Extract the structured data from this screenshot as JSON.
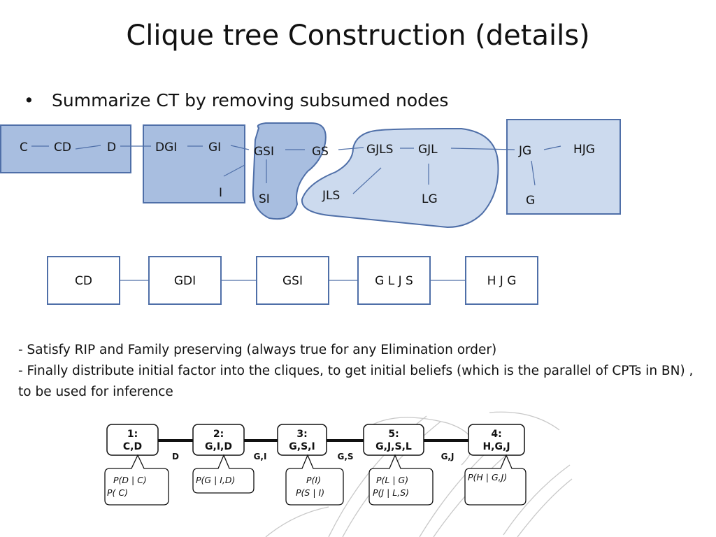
{
  "title": "Clique tree Construction (details)",
  "bullet": "Summarize CT by removing subsumed nodes",
  "top_graph": {
    "nodes": {
      "C": "C",
      "CD": "CD",
      "D": "D",
      "DGI": "DGI",
      "GI": "GI",
      "I": "I",
      "GSI": "GSI",
      "GS": "GS",
      "SI": "SI",
      "GJLS": "GJLS",
      "GJL": "GJL",
      "JLS": "JLS",
      "LG": "LG",
      "JG": "JG",
      "HJG": "HJG",
      "G": "G"
    }
  },
  "clique_chain": [
    "CD",
    "GDI",
    "GSI",
    "G L J S",
    "H J G"
  ],
  "notes": [
    "- Satisfy RIP and  Family preserving (always true for any Elimination order)",
    "- Finally distribute initial factor into the cliques, to get initial beliefs  (which is the parallel of CPTs in BN) , to be used for inference"
  ],
  "factor_tree": {
    "cliques": [
      {
        "id": "1:",
        "vars": "C,D"
      },
      {
        "id": "2:",
        "vars": "G,I,D"
      },
      {
        "id": "3:",
        "vars": "G,S,I"
      },
      {
        "id": "5:",
        "vars": "G,J,S,L"
      },
      {
        "id": "4:",
        "vars": "H,G,J"
      }
    ],
    "sepsets": [
      "D",
      "G,I",
      "G,S",
      "G,J"
    ],
    "factors": [
      [
        "P(D | C)",
        "P( C)"
      ],
      [
        "P(G | I,D)"
      ],
      [
        "P(I)",
        "P(S | I)"
      ],
      [
        "P(L | G)",
        "P(J | L,S)"
      ],
      [
        "P(H | G,J)"
      ]
    ]
  }
}
